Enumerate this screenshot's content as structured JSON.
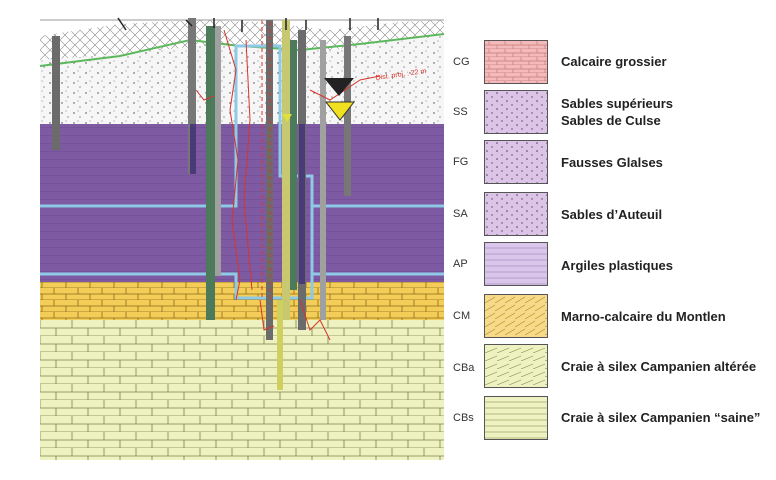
{
  "diagram": {
    "labels": {
      "dist_note": "Dist. proj. : 22 m"
    }
  },
  "legend": [
    {
      "code": "CG",
      "label": "Calcaire grossier",
      "fill": "#f4b9b9",
      "pattern": "brick"
    },
    {
      "code": "SS",
      "label_line1": "Sables supérieurs",
      "label_line2": "Sables de Culse",
      "fill": "#dcc4e6",
      "pattern": "dots"
    },
    {
      "code": "FG",
      "label": "Fausses Glalses",
      "fill": "#dcc4e6",
      "pattern": "dots"
    },
    {
      "code": "SA",
      "label": "Sables d’Auteuil",
      "fill": "#dcc4e6",
      "pattern": "dots"
    },
    {
      "code": "AP",
      "label": "Argiles plastiques",
      "fill": "#d9c6ea",
      "pattern": "lines"
    },
    {
      "code": "CM",
      "label": "Marno-calcaire du Montlen",
      "fill": "#f7d98a",
      "pattern": "diag"
    },
    {
      "code": "CBa",
      "label": "Craie à silex Campanien altérée",
      "fill": "#eef2c0",
      "pattern": "diag"
    },
    {
      "code": "CBs",
      "label": "Craie à silex Campanien “saine”",
      "fill": "#eef2c0",
      "pattern": "lines"
    }
  ],
  "colors": {
    "purple_layer": "#7e5aa3",
    "purple_dark": "#65458a",
    "yellow_layer": "#f3cd57",
    "chalk_layer": "#eef2c0",
    "speckle_layer": "#f5f5f5",
    "outline_blue": "#8ecae6",
    "surface_green": "#5cb85c",
    "red_line": "#d9342b",
    "triangle_black": "#222222",
    "triangle_yellow": "#f0e020"
  }
}
